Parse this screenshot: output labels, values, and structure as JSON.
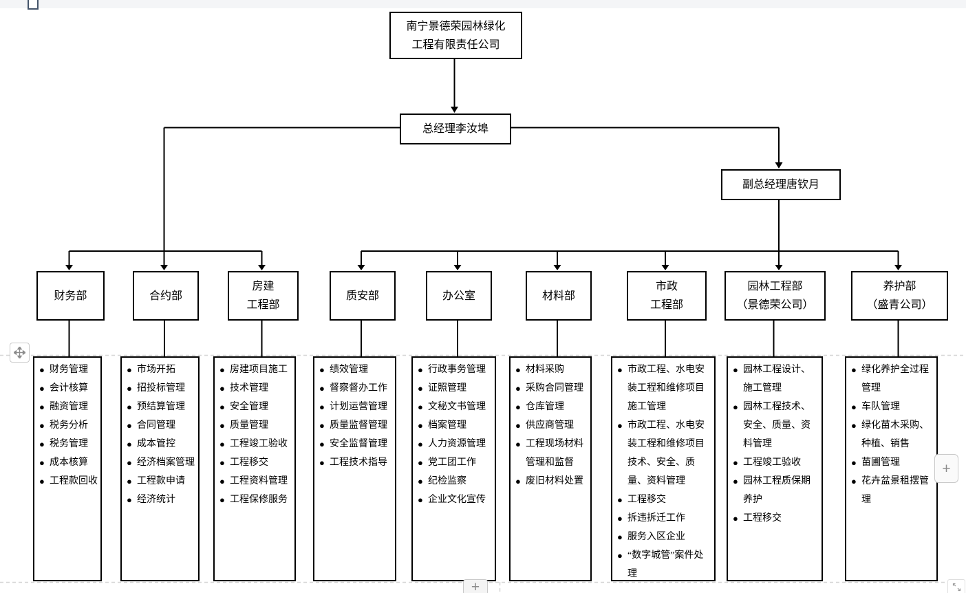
{
  "company": {
    "name_lines": [
      "南宁景德荣园林绿化",
      "工程有限责任公司"
    ]
  },
  "managers": {
    "general": "总经理李汝埠",
    "deputy": "副总经理唐钦月"
  },
  "departments": [
    {
      "id": "finance",
      "name_lines": [
        "财务部"
      ],
      "duties": [
        "财务管理",
        "会计核算",
        "融资管理",
        "税务分析",
        "税务管理",
        "成本核算",
        "工程款回收"
      ]
    },
    {
      "id": "contracts",
      "name_lines": [
        "合约部"
      ],
      "duties": [
        "市场开拓",
        "招投标管理",
        "预结算管理",
        "合同管理",
        "成本管控",
        "经济档案管理",
        "工程款申请",
        "经济统计"
      ]
    },
    {
      "id": "housing-construction",
      "name_lines": [
        "房建",
        "工程部"
      ],
      "duties": [
        "房建项目施工",
        "技术管理",
        "安全管理",
        "质量管理",
        "工程竣工验收",
        "工程移交",
        "工程资料管理",
        "工程保修服务"
      ]
    },
    {
      "id": "quality-safety",
      "name_lines": [
        "质安部"
      ],
      "duties": [
        "绩效管理",
        "督察督办工作",
        "计划运营管理",
        "质量监督管理",
        "安全监督管理",
        "工程技术指导"
      ]
    },
    {
      "id": "office",
      "name_lines": [
        "办公室"
      ],
      "duties": [
        "行政事务管理",
        "证照管理",
        "文秘文书管理",
        "档案管理",
        "人力资源管理",
        "党工团工作",
        "纪检监察",
        "企业文化宣传"
      ]
    },
    {
      "id": "materials",
      "name_lines": [
        "材料部"
      ],
      "duties": [
        "材料采购",
        "采购合同管理",
        "仓库管理",
        "供应商管理",
        "工程现场材料管理和监督",
        "废旧材料处置"
      ]
    },
    {
      "id": "municipal-engineering",
      "name_lines": [
        "市政",
        "工程部"
      ],
      "duties": [
        "市政工程、水电安装工程和维修项目施工管理",
        "市政工程、水电安装工程和维修项目技术、安全、质量、资料管理",
        "工程移交",
        "拆违拆迁工作",
        "服务入区企业",
        "“数字城管”案件处理"
      ]
    },
    {
      "id": "landscape-engineering",
      "name_lines": [
        "园林工程部",
        "（景德荣公司）"
      ],
      "duties": [
        "园林工程设计、施工管理",
        "园林工程技术、安全、质量、资料管理",
        "工程竣工验收",
        "园林工程质保期养护",
        "工程移交"
      ]
    },
    {
      "id": "maintenance",
      "name_lines": [
        "养护部",
        "（盛青公司）"
      ],
      "duties": [
        "绿化养护全过程管理",
        "车队管理",
        "绿化苗木采购、种植、销售",
        "苗圃管理",
        "花卉盆景租摆管理"
      ]
    }
  ],
  "icons": {
    "bullet": "●"
  },
  "controls": {
    "add_button_right": "+",
    "add_button_bottom": "+"
  }
}
